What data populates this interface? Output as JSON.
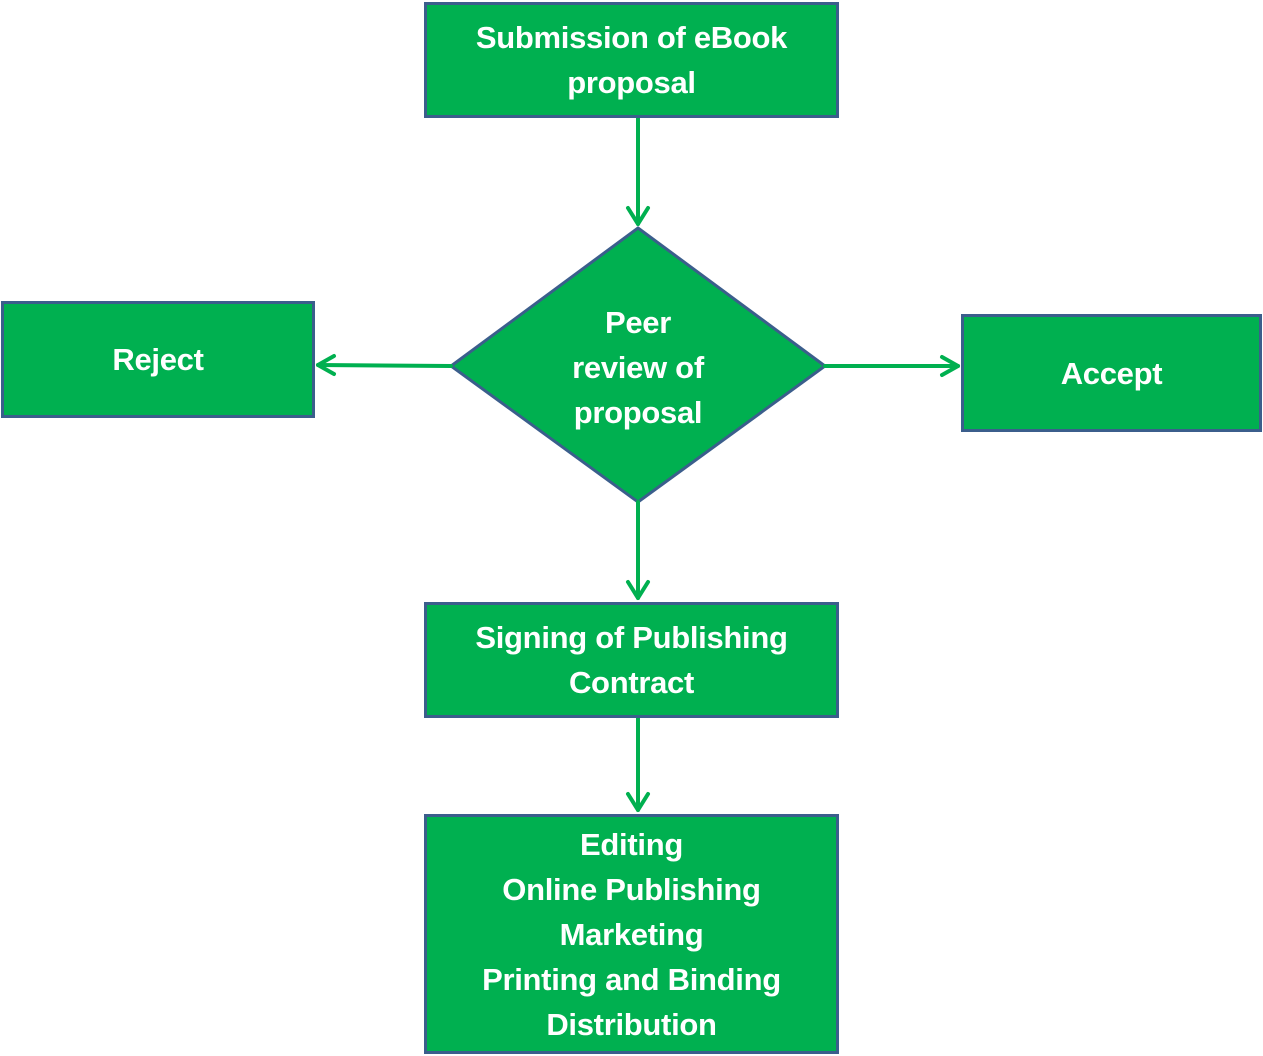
{
  "diagram": {
    "colors": {
      "fill": "#00B050",
      "border": "#3B5E8C",
      "connector": "#00B050",
      "text": "#FFFFFF"
    },
    "nodes": {
      "submission": {
        "shape": "rectangle",
        "lines": [
          "Submission of eBook",
          "proposal"
        ]
      },
      "review": {
        "shape": "diamond",
        "lines": [
          "Peer",
          "review of",
          "proposal"
        ]
      },
      "reject": {
        "shape": "rectangle",
        "lines": [
          "Reject"
        ]
      },
      "accept": {
        "shape": "rectangle",
        "lines": [
          "Accept"
        ]
      },
      "signing": {
        "shape": "rectangle",
        "lines": [
          "Signing of Publishing",
          "Contract"
        ]
      },
      "tasks": {
        "shape": "rectangle",
        "lines": [
          "Editing",
          "Online Publishing",
          "Marketing",
          "Printing and Binding",
          "Distribution"
        ]
      }
    },
    "edges": [
      {
        "from": "submission",
        "to": "review"
      },
      {
        "from": "review",
        "to": "reject"
      },
      {
        "from": "review",
        "to": "accept"
      },
      {
        "from": "review",
        "to": "signing"
      },
      {
        "from": "signing",
        "to": "tasks"
      }
    ]
  }
}
